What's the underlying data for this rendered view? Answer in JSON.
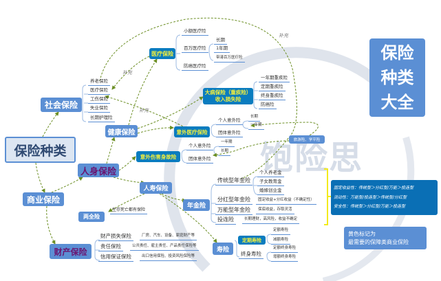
{
  "title_box": {
    "line1": "保险",
    "line2": "种类",
    "line3": "大全"
  },
  "watermark": "饱险思",
  "root": "保险种类",
  "social": {
    "label": "社会保险",
    "items": [
      "养老保险",
      "医疗保险",
      "工伤保险",
      "失业保险",
      "长期护理险"
    ]
  },
  "commercial": "商业保险",
  "personal": "人身保险",
  "health": "健康保险",
  "medical": {
    "label": "医疗保险",
    "items": [
      "小额医疗险",
      "百万医疗险",
      "防癌医疗险"
    ],
    "million_sub": [
      "长期",
      "1年期",
      "带港百万医疗险"
    ]
  },
  "critical": {
    "label_line1": "大病保险（重疾险）",
    "label_line2": "收入损失险",
    "items": [
      "一年期重疾险",
      "定期重疾险",
      "终身重疾险",
      "防癌险"
    ]
  },
  "accident_medical": {
    "label": "意外医疗保险",
    "items": [
      "个人意外险",
      "团体意外险"
    ],
    "sub": [
      "长期",
      "一年期"
    ]
  },
  "accident_death": {
    "label": "意外伤害身故险",
    "items": [
      "个人意外险",
      "团体意外险"
    ],
    "sub": [
      "一年期",
      "长期"
    ]
  },
  "travel": "旅游险、学平险",
  "supplement_label": "补充",
  "life": "人寿保险",
  "endowment": {
    "label": "两全险",
    "desc": "生存死亡都有保险"
  },
  "annuity": {
    "label": "年金险",
    "types": [
      "传统型年金险",
      "分红型年金险",
      "万能型年金险",
      "投连险"
    ],
    "traditional_sub": [
      "个人养老金",
      "子女教育金",
      "婚嫁创业金"
    ],
    "dividend_desc": "固定收益+分红收益（不确定性）",
    "universal_desc": "保底收益，存取灵活",
    "linked_desc": "长期理财，高风险，收益不确定"
  },
  "compare": [
    "固定收益性：传统型＞分红型/万能＞投连型",
    "流动性：万能型/投连型＞传统型/分红型",
    "安全性：传统型＞分红型/万能＞投连型"
  ],
  "term_life": {
    "label": "寿险",
    "term": "定期寿险",
    "whole": "终身寿险",
    "term_sub": [
      "定额寿险",
      "减额寿险"
    ],
    "whole_sub": [
      "定额终身寿险",
      "增额终身寿险"
    ]
  },
  "property": {
    "label": "财产保险",
    "items": [
      "财产损失保险",
      "责任保险",
      "信用保证保险"
    ],
    "descs": [
      "厂房、汽车、设备、家庭财产等",
      "公共责任、雇主责任、产品责任保险等",
      "出口信用保险、投资风险保险等"
    ]
  },
  "legend_note": {
    "line1": "黄色标记为",
    "line2": "最需要的保障类商业保险"
  },
  "colors": {
    "node_blue": "#5b8fd4",
    "node_dark": "#0a7cbf",
    "highlight": "#f5f03c",
    "arrow": "#6b8e23",
    "purple": "#6a1470"
  }
}
